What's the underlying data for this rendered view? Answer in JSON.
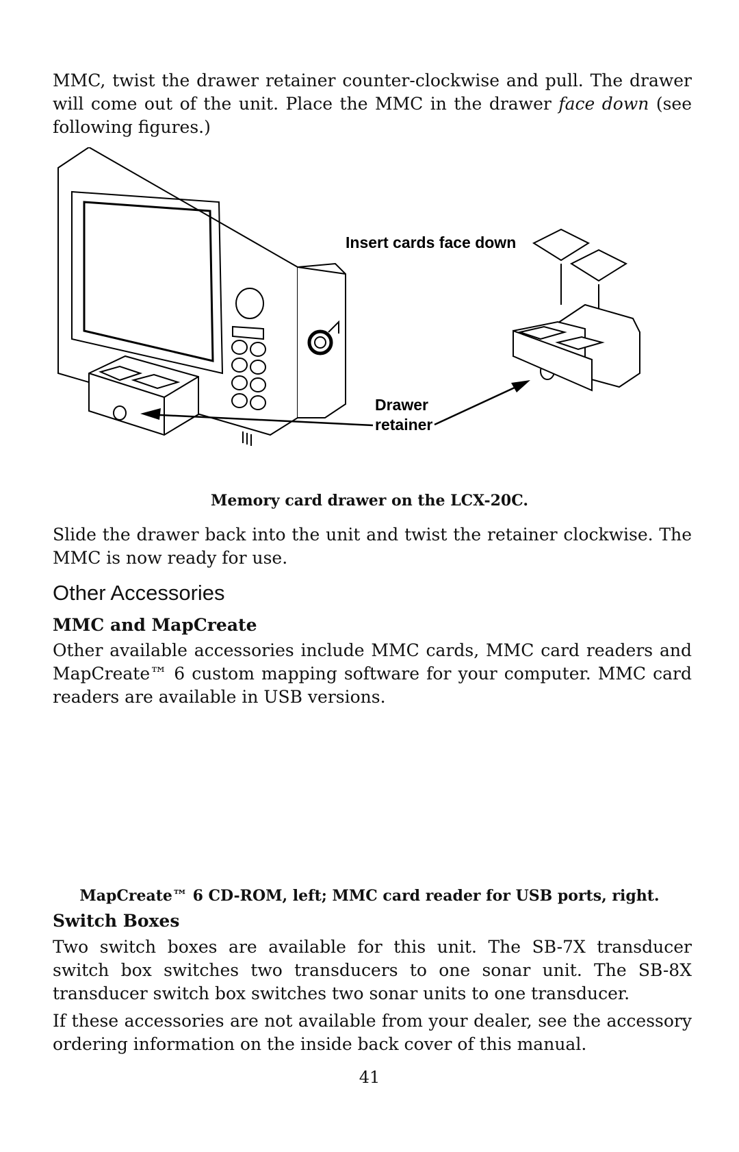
{
  "intro": {
    "text_before": "MMC, twist the drawer retainer counter-clockwise and pull. The drawer will come out of the unit. Place the MMC in the drawer ",
    "emph": "face down",
    "text_after": " (see following figures.)"
  },
  "figure": {
    "label_insert": "Insert cards face down",
    "label_drawer_line1": "Drawer",
    "label_drawer_line2": "retainer",
    "caption": "Memory card drawer on the LCX-20C."
  },
  "slide_para": "Slide the drawer back into the unit and twist the retainer clockwise. The MMC is now ready for use.",
  "section": {
    "title": "Other Accessories",
    "sub1_title": "MMC and MapCreate",
    "sub1_text": "Other available accessories include MMC cards, MMC card readers and MapCreate™ 6 custom mapping software for your computer. MMC card readers are available in USB versions.",
    "photo_caption": "MapCreate™ 6 CD-ROM, left; MMC card reader for USB ports, right.",
    "sub2_title": "Switch Boxes",
    "sub2_text": "Two switch boxes are available for this unit. The SB-7X transducer switch box switches two transducers to one sonar unit. The SB-8X transducer switch box switches two sonar units to one transducer.",
    "final_text": "If these accessories are not available from your dealer, see the accessory ordering information on the inside back cover of this manual."
  },
  "page_number": "41"
}
